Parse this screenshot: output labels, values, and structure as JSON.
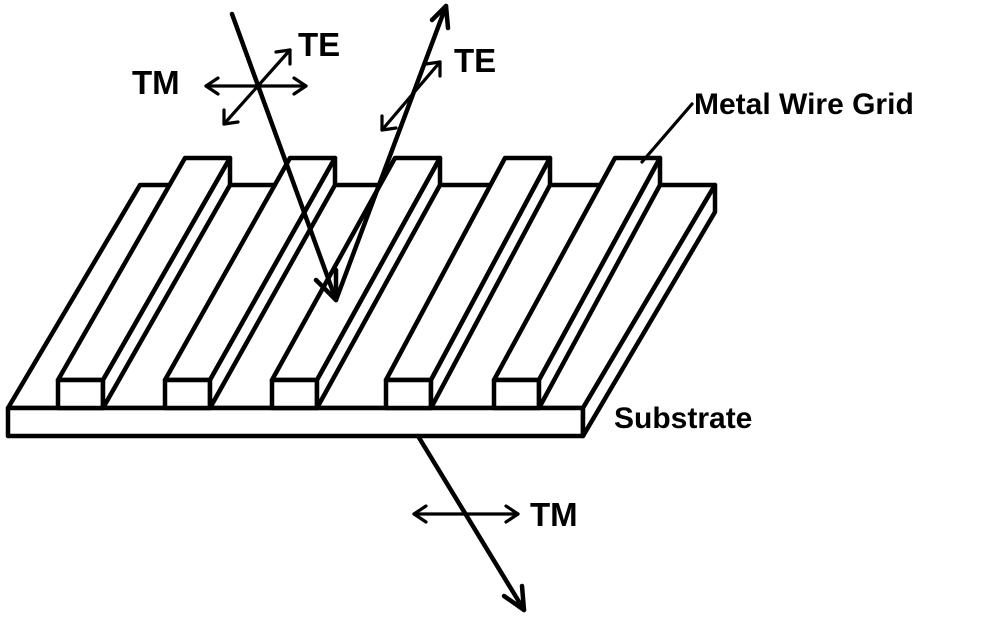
{
  "diagram": {
    "labels": {
      "incident_tm": "TM",
      "incident_te": "TE",
      "reflected_te": "TE",
      "metal_wire_grid": "Metal Wire Grid",
      "substrate": "Substrate",
      "transmitted_tm": "TM"
    },
    "colors": {
      "stroke": "#000000",
      "background": "#ffffff"
    }
  }
}
